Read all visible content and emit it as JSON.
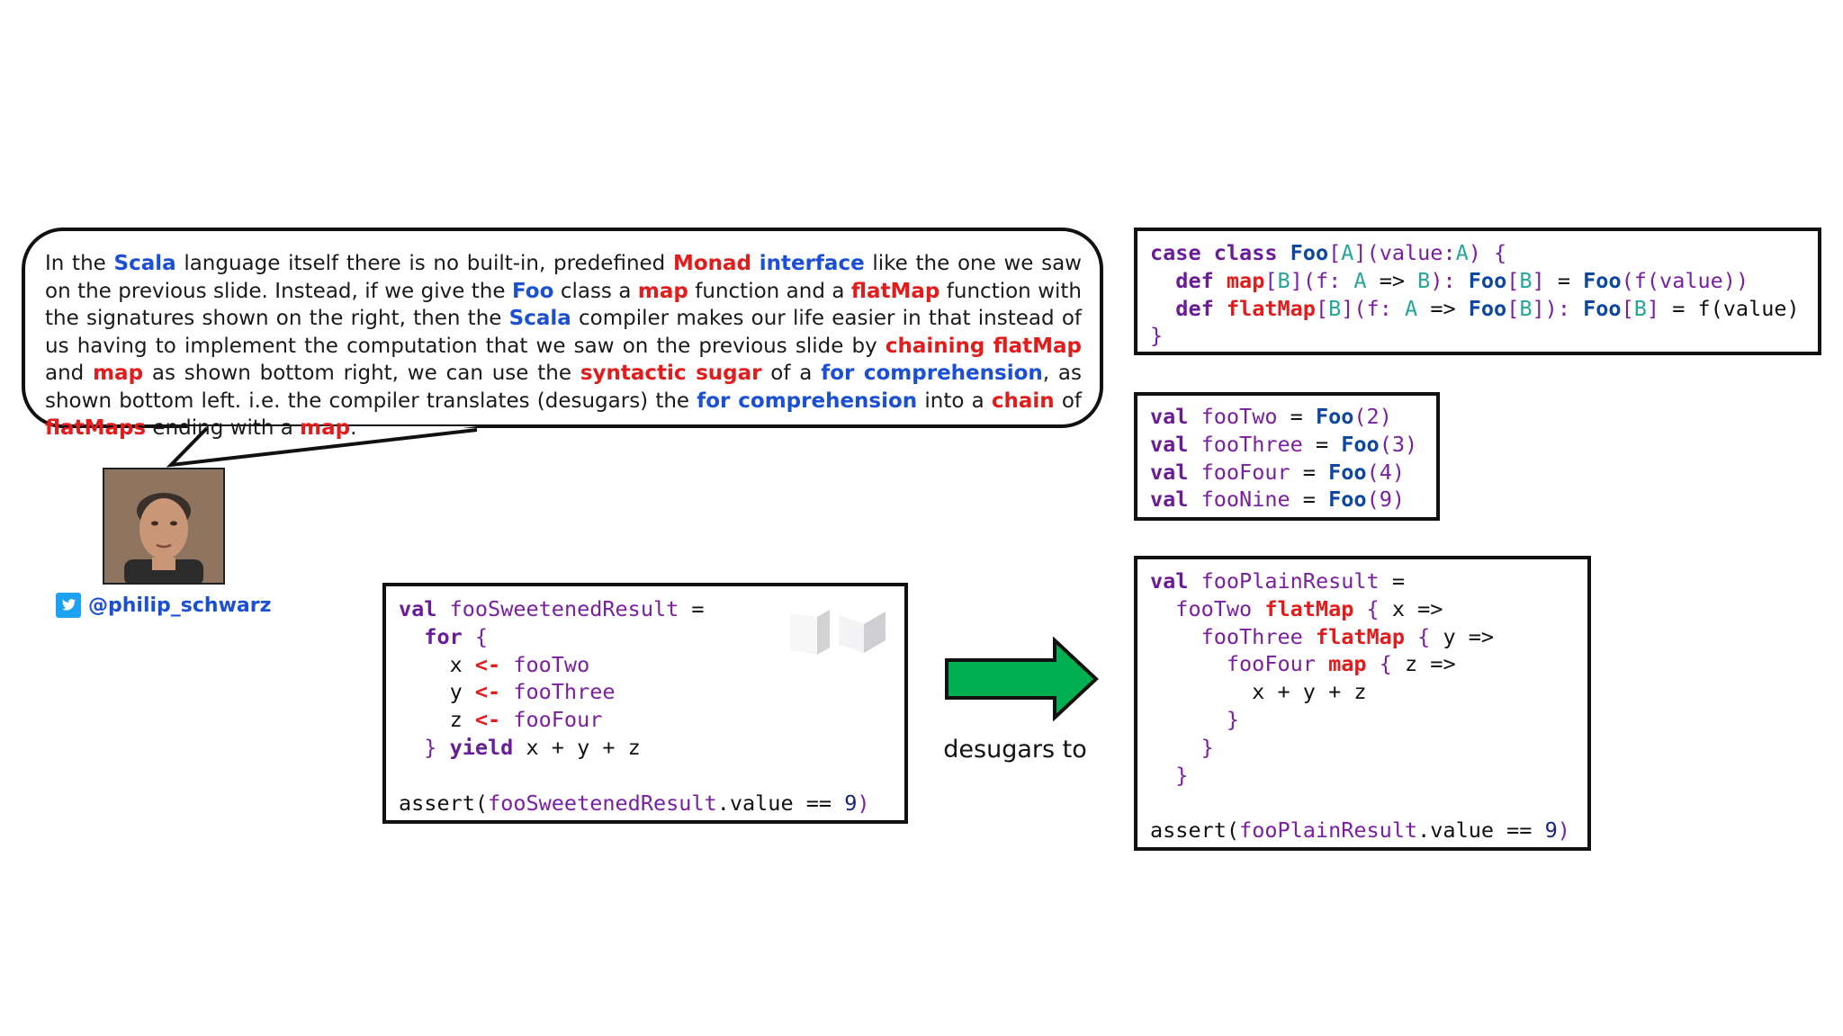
{
  "bubble": {
    "segments": [
      {
        "t": "In the ",
        "s": "n"
      },
      {
        "t": "Scala",
        "s": "b"
      },
      {
        "t": " language itself there is no built-in, predefined ",
        "s": "n"
      },
      {
        "t": "Monad",
        "s": "r"
      },
      {
        "t": " ",
        "s": "n"
      },
      {
        "t": "interface",
        "s": "b"
      },
      {
        "t": " like the one we saw on the previous slide. Instead, if we give the ",
        "s": "n"
      },
      {
        "t": "Foo",
        "s": "b"
      },
      {
        "t": " class a ",
        "s": "n"
      },
      {
        "t": "map",
        "s": "r"
      },
      {
        "t": " function and a ",
        "s": "n"
      },
      {
        "t": "flatMap",
        "s": "r"
      },
      {
        "t": " function with the signatures shown on the right, then the ",
        "s": "n"
      },
      {
        "t": "Scala",
        "s": "b"
      },
      {
        "t": " compiler makes our life easier in that instead of us having to implement the computation that we saw on the previous slide by ",
        "s": "n"
      },
      {
        "t": "chaining",
        "s": "r"
      },
      {
        "t": " ",
        "s": "n"
      },
      {
        "t": "flatMap",
        "s": "r"
      },
      {
        "t": " and ",
        "s": "n"
      },
      {
        "t": "map",
        "s": "r"
      },
      {
        "t": " as shown bottom right, we can use the ",
        "s": "n"
      },
      {
        "t": "syntactic sugar",
        "s": "r"
      },
      {
        "t": " of a ",
        "s": "n"
      },
      {
        "t": "for comprehension",
        "s": "b"
      },
      {
        "t": ", as shown bottom left. i.e. the compiler translates (desugars) the ",
        "s": "n"
      },
      {
        "t": "for comprehension",
        "s": "b"
      },
      {
        "t": " into a ",
        "s": "n"
      },
      {
        "t": "chain",
        "s": "r"
      },
      {
        "t": " of ",
        "s": "n"
      },
      {
        "t": "flatMaps",
        "s": "r"
      },
      {
        "t": " ending with a ",
        "s": "n"
      },
      {
        "t": "map",
        "s": "r"
      },
      {
        "t": ".",
        "s": "n"
      }
    ]
  },
  "author": {
    "handle": "@philip_schwarz"
  },
  "code_blocks": {
    "class_def": [
      [
        [
          "case",
          "kwp"
        ],
        [
          " ",
          ""
        ],
        [
          "class",
          "kwp"
        ],
        [
          " ",
          ""
        ],
        [
          "Foo",
          "tp"
        ],
        [
          "[",
          "pl"
        ],
        [
          "A",
          "tpv"
        ],
        [
          "](value:",
          "pl"
        ],
        [
          "A",
          "tpv"
        ],
        [
          ") {",
          "pl"
        ]
      ],
      [
        [
          "  ",
          ""
        ],
        [
          "def",
          "kwp"
        ],
        [
          " ",
          ""
        ],
        [
          "map",
          "red"
        ],
        [
          "[",
          "pl"
        ],
        [
          "B",
          "tpv"
        ],
        [
          "](f: ",
          "pl"
        ],
        [
          "A",
          "tpv"
        ],
        [
          " => ",
          "op"
        ],
        [
          "B",
          "tpv"
        ],
        [
          "): ",
          "pl"
        ],
        [
          "Foo",
          "tp"
        ],
        [
          "[",
          "pl"
        ],
        [
          "B",
          "tpv"
        ],
        [
          "]",
          "pl"
        ],
        [
          " = ",
          "op"
        ],
        [
          "Foo",
          "tp"
        ],
        [
          "(f(value))",
          "pl"
        ]
      ],
      [
        [
          "  ",
          ""
        ],
        [
          "def",
          "kwp"
        ],
        [
          " ",
          ""
        ],
        [
          "flatMap",
          "red"
        ],
        [
          "[",
          "pl"
        ],
        [
          "B",
          "tpv"
        ],
        [
          "](f: ",
          "pl"
        ],
        [
          "A",
          "tpv"
        ],
        [
          " => ",
          "op"
        ],
        [
          "Foo",
          "tp"
        ],
        [
          "[",
          "pl"
        ],
        [
          "B",
          "tpv"
        ],
        [
          "]): ",
          "pl"
        ],
        [
          "Foo",
          "tp"
        ],
        [
          "[",
          "pl"
        ],
        [
          "B",
          "tpv"
        ],
        [
          "]",
          "pl"
        ],
        [
          " = f(value)",
          "op"
        ]
      ],
      [
        [
          "}",
          "pl"
        ]
      ]
    ],
    "vals": [
      [
        [
          "val",
          "kwp"
        ],
        [
          " ",
          ""
        ],
        [
          "fooTwo",
          "ident"
        ],
        [
          " = ",
          "op"
        ],
        [
          "Foo",
          "tp"
        ],
        [
          "(2)",
          "pl"
        ]
      ],
      [
        [
          "val",
          "kwp"
        ],
        [
          " ",
          ""
        ],
        [
          "fooThree",
          "ident"
        ],
        [
          " = ",
          "op"
        ],
        [
          "Foo",
          "tp"
        ],
        [
          "(3)",
          "pl"
        ]
      ],
      [
        [
          "val",
          "kwp"
        ],
        [
          " ",
          ""
        ],
        [
          "fooFour",
          "ident"
        ],
        [
          " = ",
          "op"
        ],
        [
          "Foo",
          "tp"
        ],
        [
          "(4)",
          "pl"
        ]
      ],
      [
        [
          "val",
          "kwp"
        ],
        [
          " ",
          ""
        ],
        [
          "fooNine",
          "ident"
        ],
        [
          " = ",
          "op"
        ],
        [
          "Foo",
          "tp"
        ],
        [
          "(9)",
          "pl"
        ]
      ]
    ],
    "plain": [
      [
        [
          "val",
          "kwp"
        ],
        [
          " ",
          ""
        ],
        [
          "fooPlainResult",
          "ident"
        ],
        [
          " =",
          "op"
        ]
      ],
      [
        [
          "  ",
          ""
        ],
        [
          "fooTwo",
          "ident"
        ],
        [
          " ",
          ""
        ],
        [
          "flatMap",
          "red"
        ],
        [
          " { ",
          "pl"
        ],
        [
          "x =>",
          "op"
        ]
      ],
      [
        [
          "    ",
          ""
        ],
        [
          "fooThree",
          "ident"
        ],
        [
          " ",
          ""
        ],
        [
          "flatMap",
          "red"
        ],
        [
          " { ",
          "pl"
        ],
        [
          "y =>",
          "op"
        ]
      ],
      [
        [
          "      ",
          ""
        ],
        [
          "fooFour",
          "ident"
        ],
        [
          " ",
          ""
        ],
        [
          "map",
          "red"
        ],
        [
          " { ",
          "pl"
        ],
        [
          "z =>",
          "op"
        ]
      ],
      [
        [
          "        x + y + z",
          "op"
        ]
      ],
      [
        [
          "      }",
          "pl"
        ]
      ],
      [
        [
          "    }",
          "pl"
        ]
      ],
      [
        [
          "  }",
          "pl"
        ]
      ],
      [
        [
          "",
          ""
        ]
      ],
      [
        [
          "assert(",
          "op"
        ],
        [
          "fooPlainResult",
          "ident"
        ],
        [
          ".value == ",
          "op"
        ],
        [
          "9",
          "num"
        ],
        [
          ")",
          "pl"
        ]
      ]
    ],
    "sweet": [
      [
        [
          "val",
          "kwp"
        ],
        [
          " ",
          ""
        ],
        [
          "fooSweetenedResult",
          "ident"
        ],
        [
          " =",
          "op"
        ]
      ],
      [
        [
          "  ",
          ""
        ],
        [
          "for",
          "kwp"
        ],
        [
          " {",
          "pl"
        ]
      ],
      [
        [
          "    x ",
          "op"
        ],
        [
          "<-",
          "red"
        ],
        [
          " ",
          ""
        ],
        [
          "fooTwo",
          "ident"
        ]
      ],
      [
        [
          "    y ",
          "op"
        ],
        [
          "<-",
          "red"
        ],
        [
          " ",
          ""
        ],
        [
          "fooThree",
          "ident"
        ]
      ],
      [
        [
          "    z ",
          "op"
        ],
        [
          "<-",
          "red"
        ],
        [
          " ",
          ""
        ],
        [
          "fooFour",
          "ident"
        ]
      ],
      [
        [
          "  } ",
          "pl"
        ],
        [
          "yield",
          "kwp"
        ],
        [
          " x + y + z",
          "op"
        ]
      ],
      [
        [
          "",
          ""
        ]
      ],
      [
        [
          "assert(",
          "op"
        ],
        [
          "fooSweetenedResult",
          "ident"
        ],
        [
          ".value == ",
          "op"
        ],
        [
          "9",
          "num"
        ],
        [
          ")",
          "pl"
        ]
      ]
    ]
  },
  "arrow_label": "desugars to",
  "colors": {
    "highlight_red": "#e31b1b",
    "highlight_blue": "#1a4fd6",
    "arrow_green": "#00b050",
    "keyword_purple": "#6a1b9a"
  },
  "icons": [
    "twitter-bird-icon",
    "sugar-cubes-image",
    "right-arrow"
  ]
}
